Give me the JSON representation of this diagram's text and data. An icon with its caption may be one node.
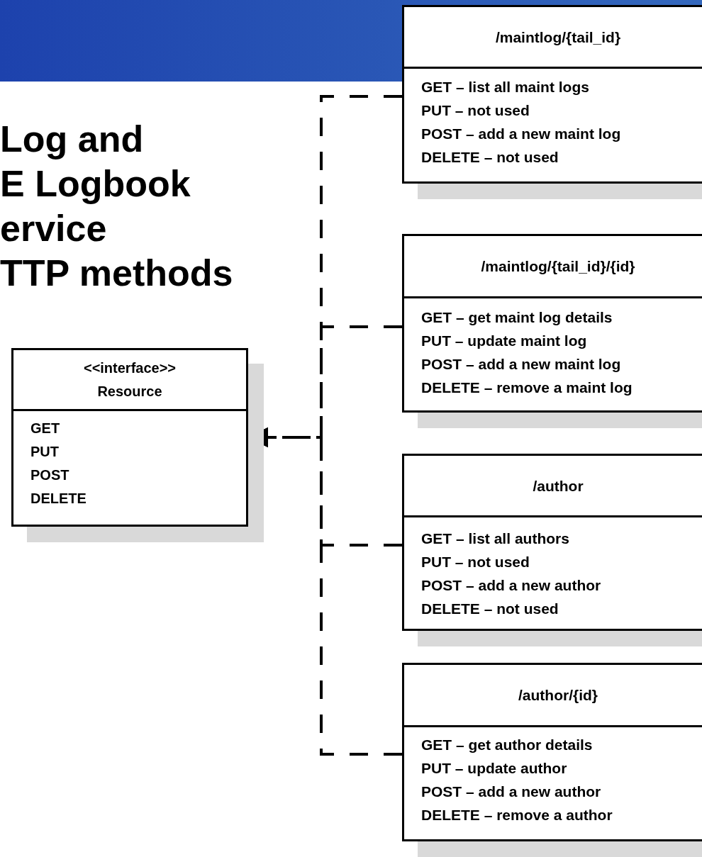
{
  "diagram": {
    "title": "Log and E Logbook ervice TTP methods",
    "nodes": [
      {
        "text": [
          "/maintlog/{tail_id}",
          "GET – list all maint logs",
          "PUT – not used",
          "POST – add a new maint log",
          "DELETE – not used"
        ]
      },
      {
        "text": [
          "/maintlog/{tail_id}/{id}",
          "GET – get maint log details",
          "PUT – update maint log",
          "POST – add a new maint log",
          "DELETE – remove a maint log"
        ]
      },
      {
        "text": [
          "/author",
          "GET – list all authors",
          "PUT – not used",
          "POST – add a new author",
          "DELETE – not used"
        ]
      },
      {
        "text": [
          "/author/{id}",
          "GET – get author details",
          "PUT – update author",
          "POST – add a new author",
          "DELETE – remove a author"
        ]
      },
      {
        "text": [
          "<<interface>> Resource",
          "GET",
          "PUT",
          "POST",
          "DELETE"
        ]
      }
    ],
    "edges": [
      {
        "from": 0,
        "to": 4,
        "arrow": "to",
        "style": "dashed"
      },
      {
        "from": 1,
        "to": 4,
        "arrow": "to",
        "style": "dashed"
      },
      {
        "from": 2,
        "to": 4,
        "arrow": "to",
        "style": "dashed"
      },
      {
        "from": 3,
        "to": 4,
        "arrow": "to",
        "style": "dashed"
      }
    ]
  }
}
